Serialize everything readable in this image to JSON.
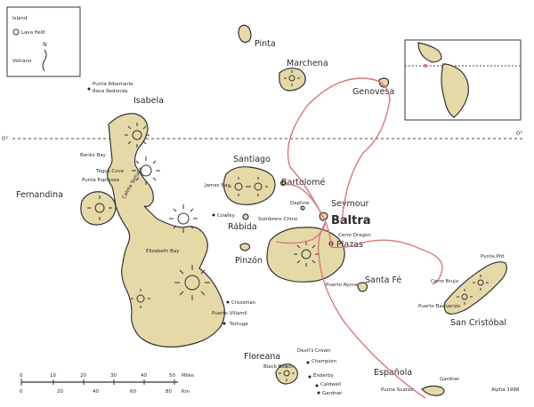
{
  "islands": {
    "isabela": "Isabela",
    "fernandina": "Fernandina",
    "santiago": "Santiago",
    "bartolome": "Bartolomé",
    "rabida": "Rábida",
    "pinzon": "Pinzón",
    "pinta": "Pinta",
    "marchena": "Marchena",
    "genovesa": "Genovesa",
    "seymour": "Seymour",
    "baltra": "Baltra",
    "plazas": "Plazas",
    "santafe": "Santa Fé",
    "sancristobal": "San Cristóbal",
    "floreana": "Floreana",
    "espanola": "Española"
  },
  "sites": {
    "punta_albemarle": "Punta Albemarle",
    "roca_redonda": "Roca Redonda",
    "tagus_cove": "Tagus Cove",
    "punta_espinosa": "Punta Espinosa",
    "banks_bay": "Banks Bay",
    "caleta_tortuga": "Caleta Tortuga",
    "elizabeth_bay": "Elizabeth Bay",
    "james_bay": "James Bay",
    "sombrero_chino": "Sombrero Chino",
    "cowley": "Cowley",
    "daphne": "Daphne",
    "punta_pitt": "Punta Pitt",
    "cerro_brujo": "Cerro Brujo",
    "puerto_baquerizo": "Puerto Baquerizo",
    "puerto_ayora": "Puerto Ayora",
    "cerro_dragon": "Cerro Dragon",
    "crossman": "Crossman",
    "puerto_villamil": "Puerto Villamil",
    "tortuga": "Tortuga",
    "devils_crown": "Devil's Crown",
    "champion": "Champion",
    "enderby": "Enderby",
    "caldwell": "Caldwell",
    "gardner": "Gardner",
    "black_beach": "Black Beach",
    "punta_suarez": "Punta Suarez",
    "gardner_e": "Gardner"
  },
  "equator_label": "0°",
  "scale": {
    "miles_ticks": [
      "0",
      "10",
      "20",
      "30",
      "40",
      "50"
    ],
    "miles_unit": "Miles",
    "km_ticks": [
      "0",
      "20",
      "40",
      "60",
      "80"
    ],
    "km_unit": "Km"
  },
  "legend": {
    "items": [
      "Island",
      "Lava field",
      "Volcano"
    ],
    "compass": "N"
  },
  "credit": "Alpha 1998"
}
